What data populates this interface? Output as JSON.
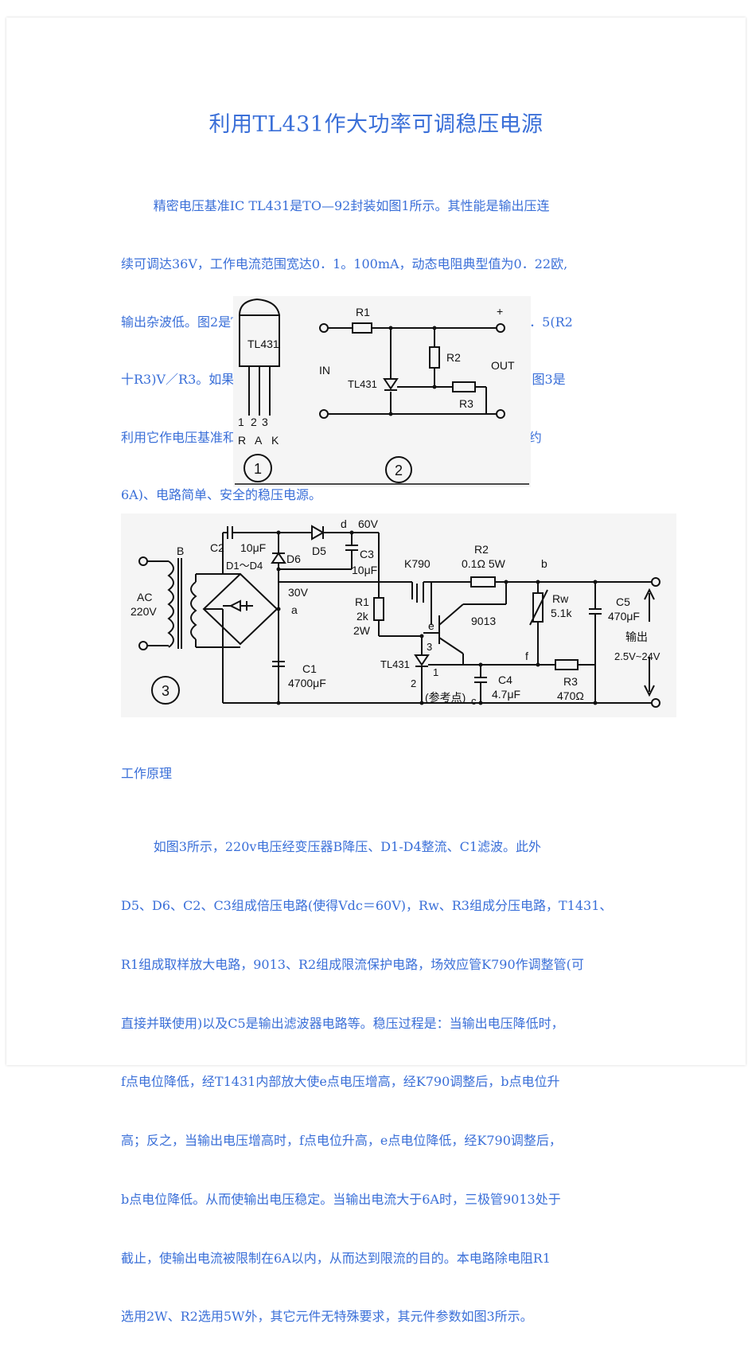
{
  "title": "利用TL431作大功率可调稳压电源",
  "intro_lines": [
    "        精密电压基准IC TL431是TO—92封装如图1所示。其性能是输出压连",
    "续可调达36V，工作电流范围宽达0．1。100mA，动态电阻典型值为0．22欧,",
    "输出杂波低。图2是TL431的典型应用，其中③、②脚两端输出电压V=2．5(R2",
    "十R3)V／R3。如果改变R2的阻值大小，就可以改变输出基准电压大小。图3是",
    "利用它作电压基准和驱动外加场效应管K790作调整管构成的输出电流大(约",
    "6A)、电路简单、安全的稳压电源。"
  ],
  "fig1": {
    "chip": "TL431",
    "pins": [
      "1",
      "2",
      "3"
    ],
    "pin_names": [
      "R",
      "A",
      "K"
    ],
    "label": "1"
  },
  "fig2": {
    "r1": "R1",
    "r2": "R2",
    "r3": "R3",
    "plus": "+",
    "in": "IN",
    "out": "OUT",
    "ic": "TL431",
    "label": "2"
  },
  "fig3": {
    "label": "3",
    "transformer": "B",
    "ac": "AC",
    "ac_v": "220V",
    "c2": "C2",
    "c2_val": "10μF",
    "d6": "D6",
    "d5": "D5",
    "bridge": "D1～D4",
    "node_d": "d",
    "v60": "60V",
    "c3": "C3",
    "c3_val": "10μF",
    "v30": "30V",
    "node_a": "a",
    "c1": "C1",
    "c1_val": "4700μF",
    "k790": "K790",
    "r1": "R1",
    "r1_val": "2k",
    "r1_w": "2W",
    "r2": "R2",
    "r2_val": "0.1Ω  5W",
    "node_b": "b",
    "node_e": "e",
    "t9013": "9013",
    "rw": "Rw",
    "rw_val": "5.1k",
    "c5": "C5",
    "c5_val": "470μF",
    "out_label": "输出",
    "out_range": "2.5V~24V",
    "node_f": "f",
    "ic": "TL431",
    "pin3": "3",
    "pin1": "1",
    "pin2": "2",
    "c4": "C4",
    "c4_val": "4.7μF",
    "ref": "(参考点)",
    "node_c": "c",
    "r3": "R3",
    "r3_val": "470Ω"
  },
  "section_heading": "工作原理",
  "body_lines": [
    "        如图3所示，220v电压经变压器B降压、D1-D4整流、C1滤波。此外",
    "D5、D6、C2、C3组成倍压电路(使得Vdc＝60V)，Rw、R3组成分压电路，T1431、",
    "R1组成取样放大电路，9013、R2组成限流保护电路，场效应管K790作调整管(可",
    "直接并联使用)以及C5是输出滤波器电路等。稳压过程是：当输出电压降低时，",
    "f点电位降低，经T1431内部放大使e点电压增高，经K790调整后，b点电位升",
    "高；反之，当输出电压增高时，f点电位升高，e点电位降低，经K790调整后，",
    "b点电位降低。从而使输出电压稳定。当输出电流大于6A时，三极管9013处于",
    "截止，使输出电流被限制在6A以内，从而达到限流的目的。本电路除电阻R1",
    "选用2W、R2选用5W外，其它元件无特殊要求，其元件参数如图3所示。"
  ],
  "colors": {
    "text": "#3a6fd8",
    "figure_bg": "#f5f5f5",
    "ink": "#111111"
  }
}
